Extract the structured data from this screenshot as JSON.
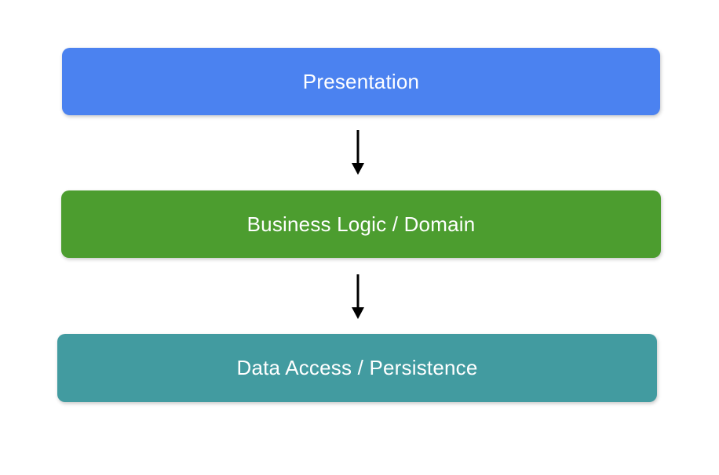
{
  "diagram": {
    "background_color": "#FFFFFF",
    "text_color": "#FFFFFF",
    "arrow_color": "#000000",
    "layers": [
      {
        "label": "Presentation",
        "color": "#4B82F0"
      },
      {
        "label": "Business Logic / Domain",
        "color": "#4C9D2F"
      },
      {
        "label": "Data Access / Persistence",
        "color": "#429BA0"
      }
    ],
    "connections": [
      {
        "from": "Presentation",
        "to": "Business Logic / Domain",
        "direction": "down"
      },
      {
        "from": "Business Logic / Domain",
        "to": "Data Access / Persistence",
        "direction": "down"
      }
    ]
  }
}
